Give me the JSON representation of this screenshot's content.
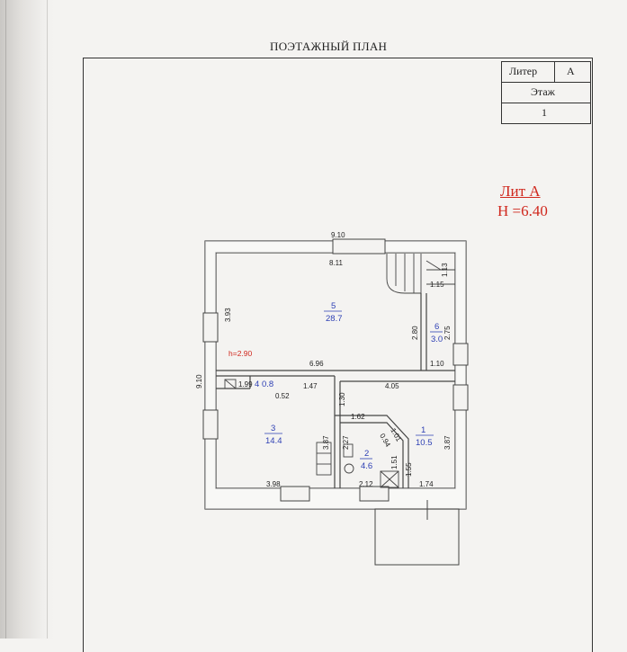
{
  "header": {
    "title": "ПОЭТАЖНЫЙ ПЛАН"
  },
  "stamp": {
    "liter_label": "Литер",
    "liter_value": "А",
    "floor_label": "Этаж",
    "floor_value": "1"
  },
  "lit_note": {
    "line1": "Лит  А",
    "line2": "H =6.40"
  },
  "height_note": "h=2.90",
  "rooms": [
    {
      "num": "5",
      "area": "28.7"
    },
    {
      "num": "6",
      "area": "3.0"
    },
    {
      "num": "4",
      "area": "0.8"
    },
    {
      "num": "3",
      "area": "14.4"
    },
    {
      "num": "2",
      "area": "4.6"
    },
    {
      "num": "1",
      "area": "10.5"
    }
  ],
  "dims": [
    "9.10",
    "8.11",
    "1.13",
    "1.15",
    "3.93",
    "2.80",
    "2.75",
    "6.96",
    "1.10",
    "9.10",
    "1.99",
    "0.52",
    "1.47",
    "1.30",
    "4.05",
    "1.62",
    "1.01",
    "0.94",
    "3.87",
    "2.27",
    "3.87",
    "1.51",
    "1.55",
    "3.98",
    "2.12",
    "1.74"
  ],
  "colors": {
    "lit_red": "#d0281e",
    "room_blue": "#2d3fb4",
    "wall": "#444444"
  }
}
